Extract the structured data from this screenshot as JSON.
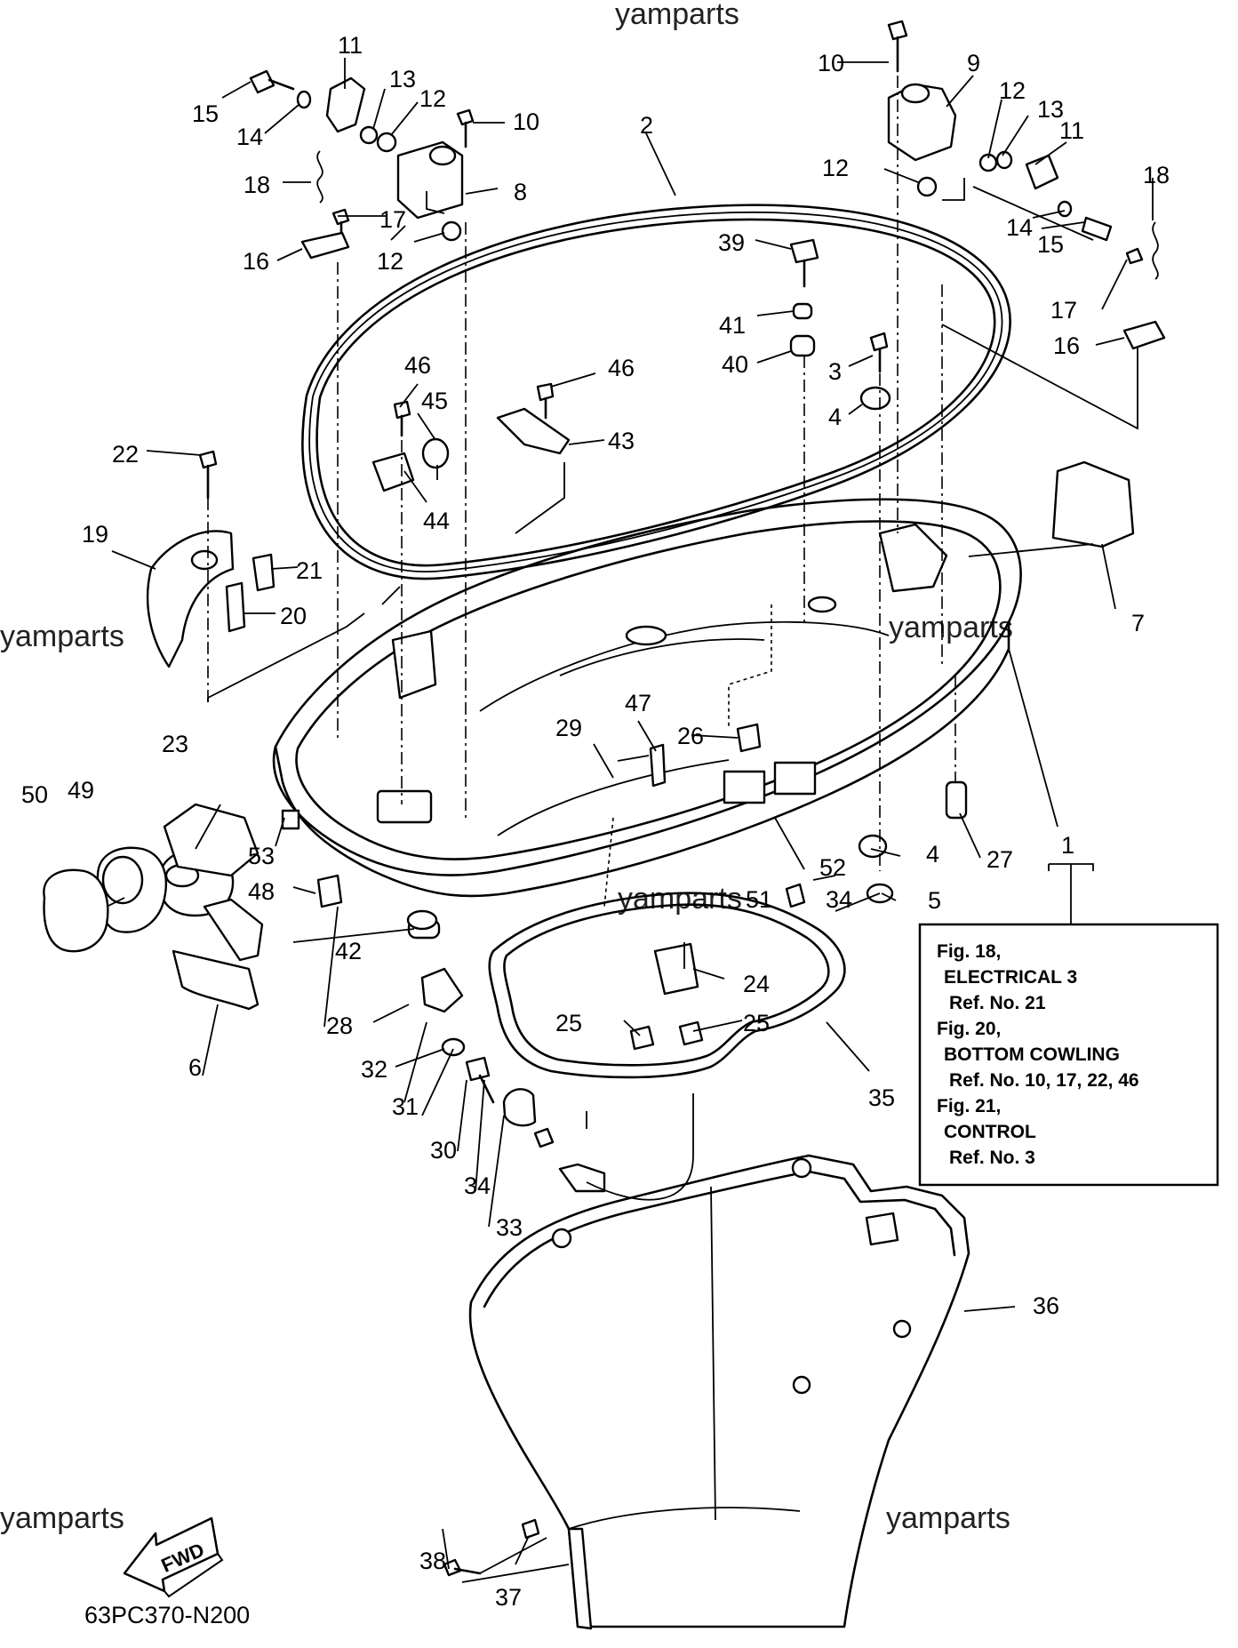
{
  "watermark": "yamparts",
  "drawing_code": "63PC370-N200",
  "fwd_label": "FWD",
  "reference_box": {
    "lines": [
      "Fig. 18,",
      "ELECTRICAL 3",
      "Ref. No. 21",
      "Fig. 20,",
      "BOTTOM COWLING",
      "Ref. No. 10, 17, 22, 46",
      "Fig. 21,",
      "CONTROL",
      "Ref. No. 3"
    ]
  },
  "callouts": [
    "1",
    "2",
    "3",
    "4",
    "4",
    "5",
    "6",
    "7",
    "8",
    "9",
    "10",
    "10",
    "11",
    "11",
    "12",
    "12",
    "12",
    "12",
    "13",
    "13",
    "14",
    "14",
    "15",
    "15",
    "16",
    "16",
    "17",
    "17",
    "18",
    "18",
    "19",
    "20",
    "21",
    "22",
    "23",
    "24",
    "25",
    "25",
    "26",
    "27",
    "28",
    "29",
    "30",
    "31",
    "32",
    "33",
    "34",
    "34",
    "35",
    "36",
    "37",
    "38",
    "39",
    "40",
    "41",
    "42",
    "43",
    "44",
    "45",
    "46",
    "46",
    "47",
    "48",
    "49",
    "50",
    "51",
    "52",
    "53"
  ]
}
